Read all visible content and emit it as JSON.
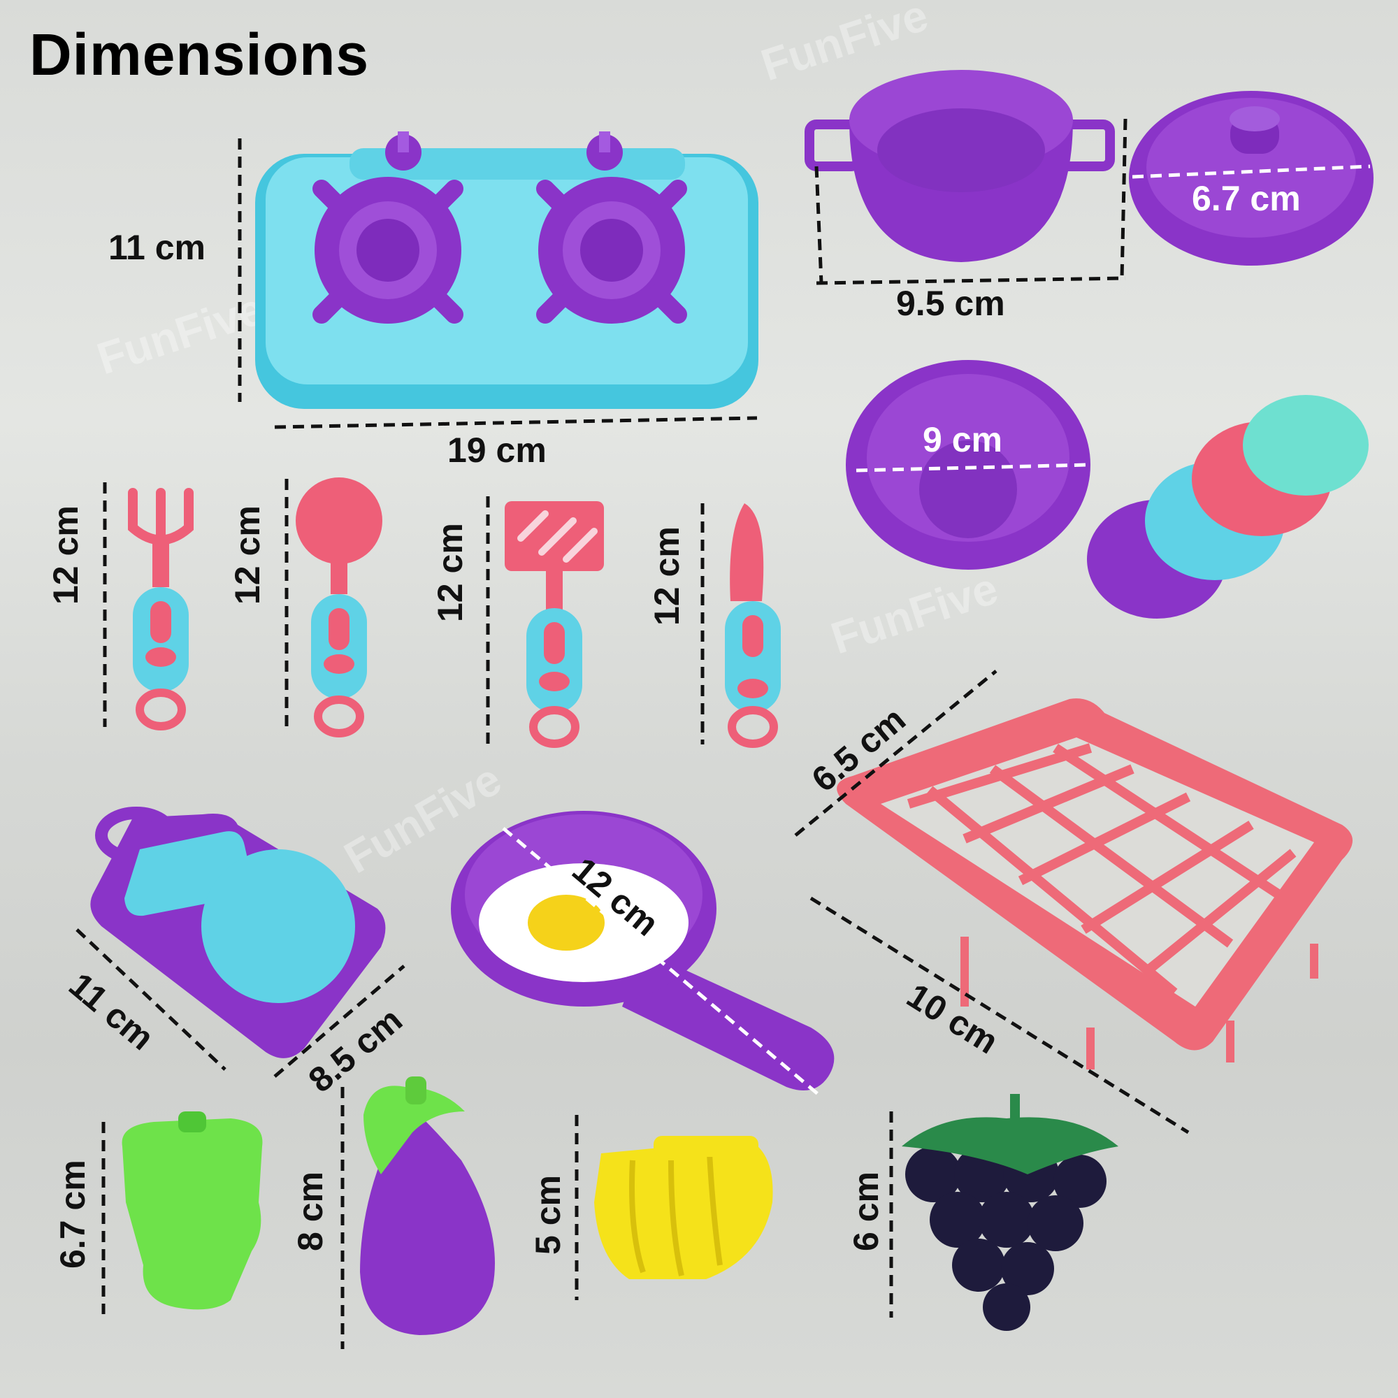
{
  "title": "Dimensions",
  "watermark": "FunFive",
  "labels": {
    "stove_height": "11 cm",
    "stove_width": "19 cm",
    "pot_width": "9.5 cm",
    "lid_diameter": "6.7 cm",
    "plate_diameter": "9 cm",
    "fork_length": "12 cm",
    "spoon_length": "12 cm",
    "spatula_length": "12 cm",
    "knife_length": "12 cm",
    "basket_depth": "6.5 cm",
    "basket_width": "10 cm",
    "board_length": "11 cm",
    "board_width": "8.5 cm",
    "pan_length": "12 cm",
    "pepper_height": "6.7 cm",
    "eggplant_height": "8 cm",
    "banana_height": "5 cm",
    "grapes_height": "6 cm"
  },
  "colors": {
    "purple": "#8a34c8",
    "blue": "#5fd2e6",
    "pink": "#ee5f78",
    "green": "#6ee24a",
    "yellow": "#f5e21a",
    "grape": "#1e1b3c"
  }
}
